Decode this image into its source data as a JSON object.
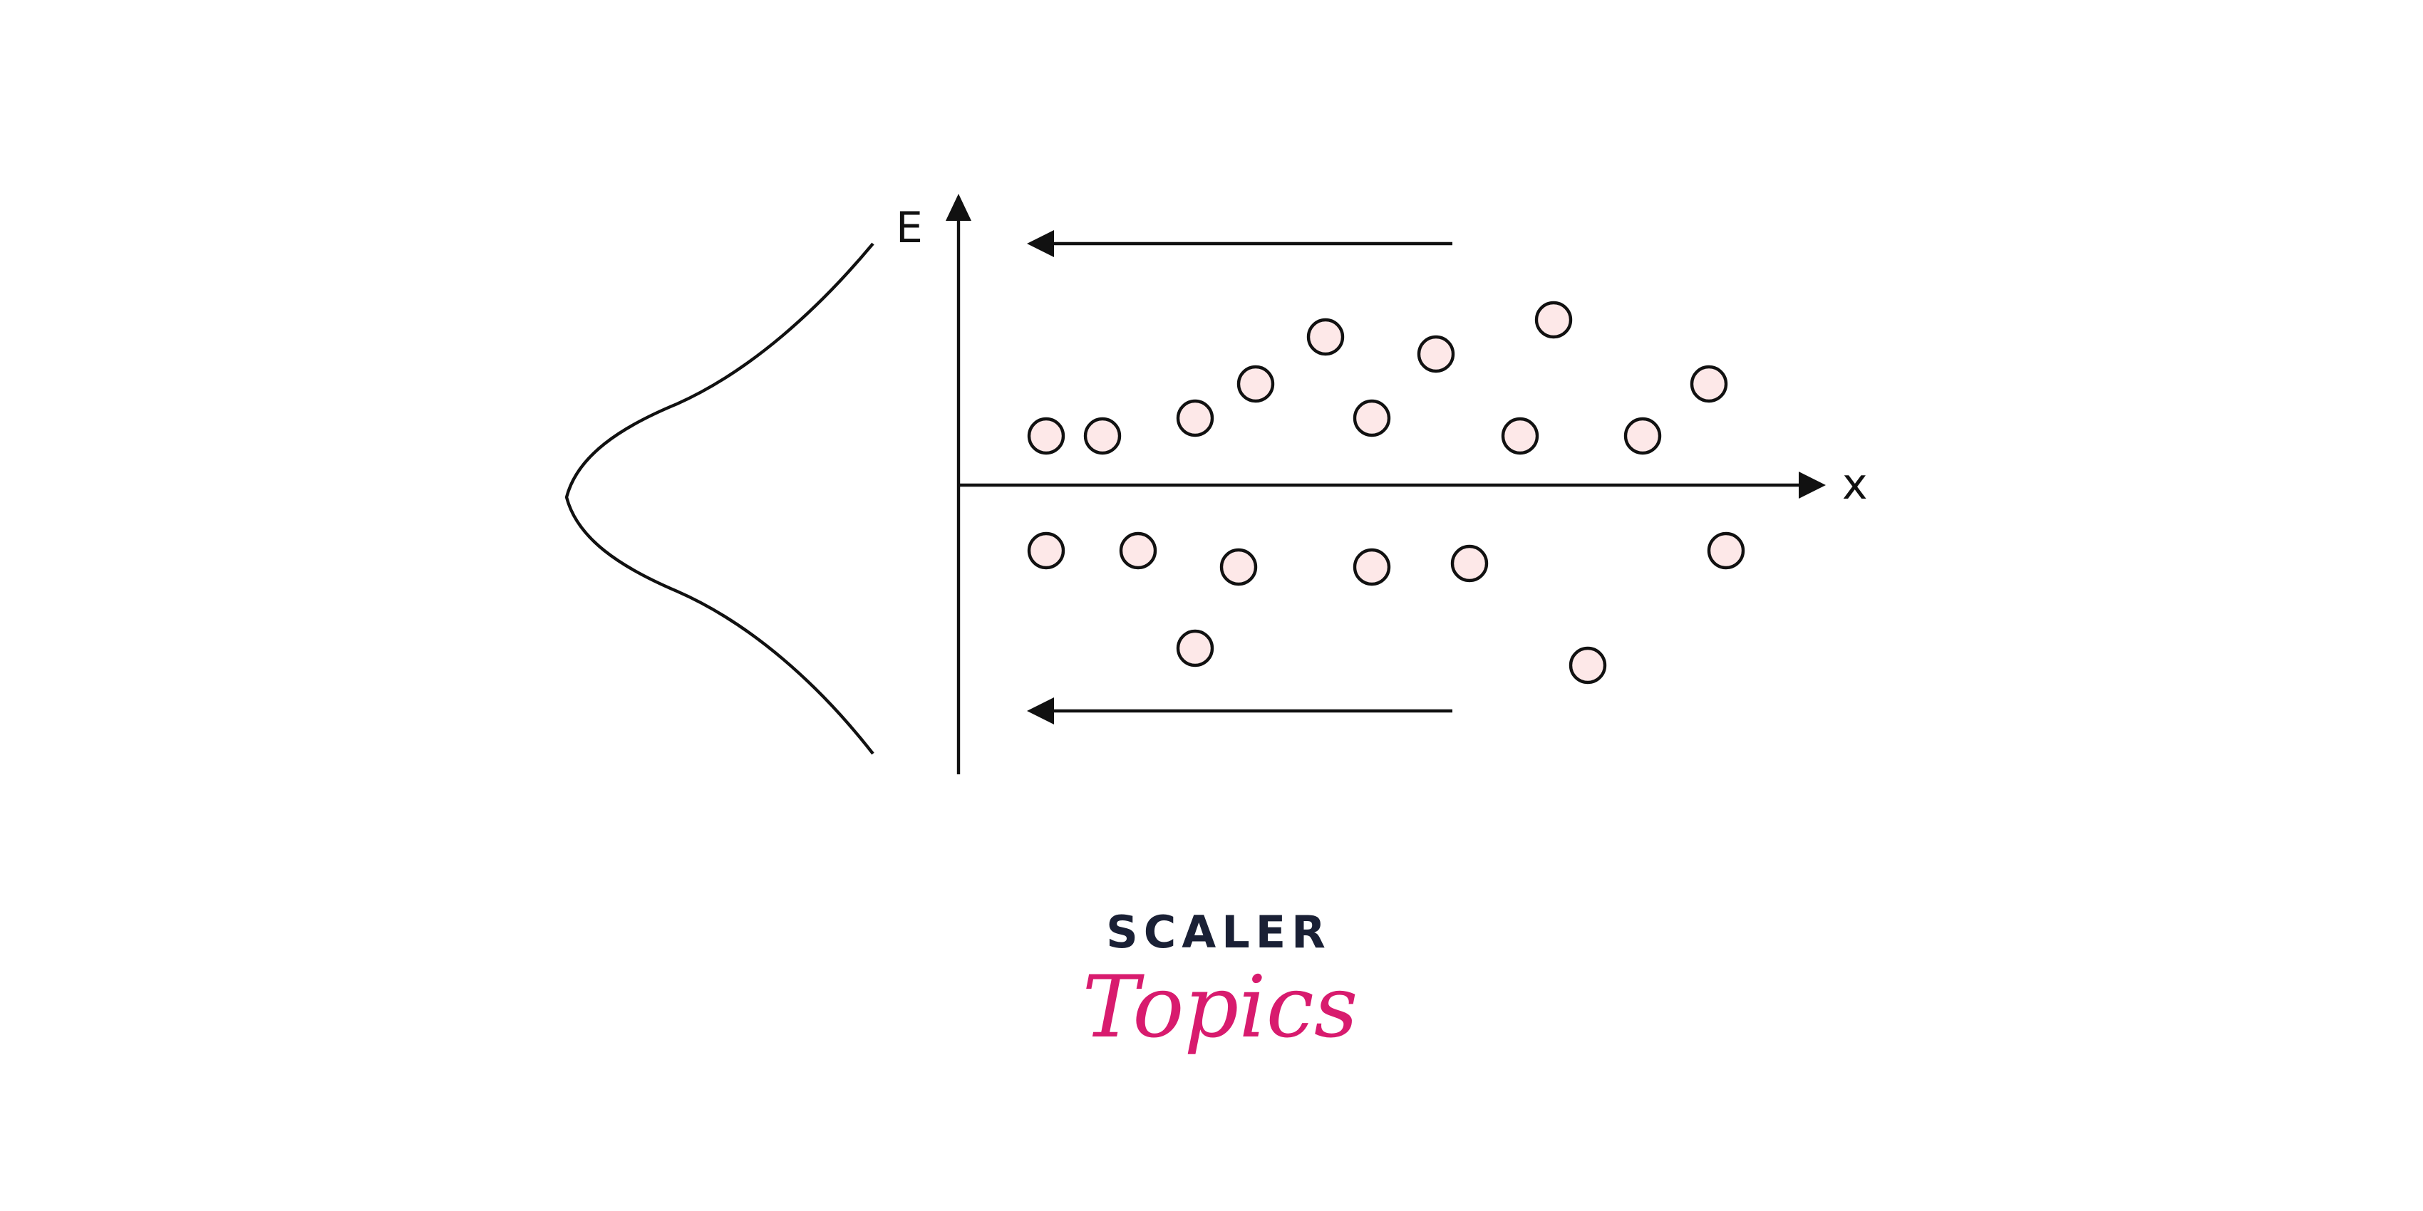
{
  "diagram": {
    "y_axis_label": "E",
    "x_axis_label": "x",
    "point_fill": "#fde8e8",
    "line_color": "#111111"
  },
  "points_above": [
    [
      1468,
      612
    ],
    [
      1547,
      612
    ],
    [
      1677,
      587
    ],
    [
      1762,
      539
    ],
    [
      1860,
      473
    ],
    [
      1925,
      587
    ],
    [
      2015,
      497
    ],
    [
      2133,
      612
    ],
    [
      2180,
      449
    ],
    [
      2305,
      612
    ],
    [
      2398,
      539
    ]
  ],
  "points_below": [
    [
      1468,
      773
    ],
    [
      1597,
      773
    ],
    [
      1738,
      796
    ],
    [
      1925,
      796
    ],
    [
      2062,
      791
    ],
    [
      2422,
      773
    ],
    [
      1677,
      910
    ],
    [
      2228,
      934
    ]
  ],
  "logo": {
    "brand": "SCALER",
    "product": "Topics",
    "brand_color": "#1a2035",
    "product_color": "#d81b6e"
  }
}
